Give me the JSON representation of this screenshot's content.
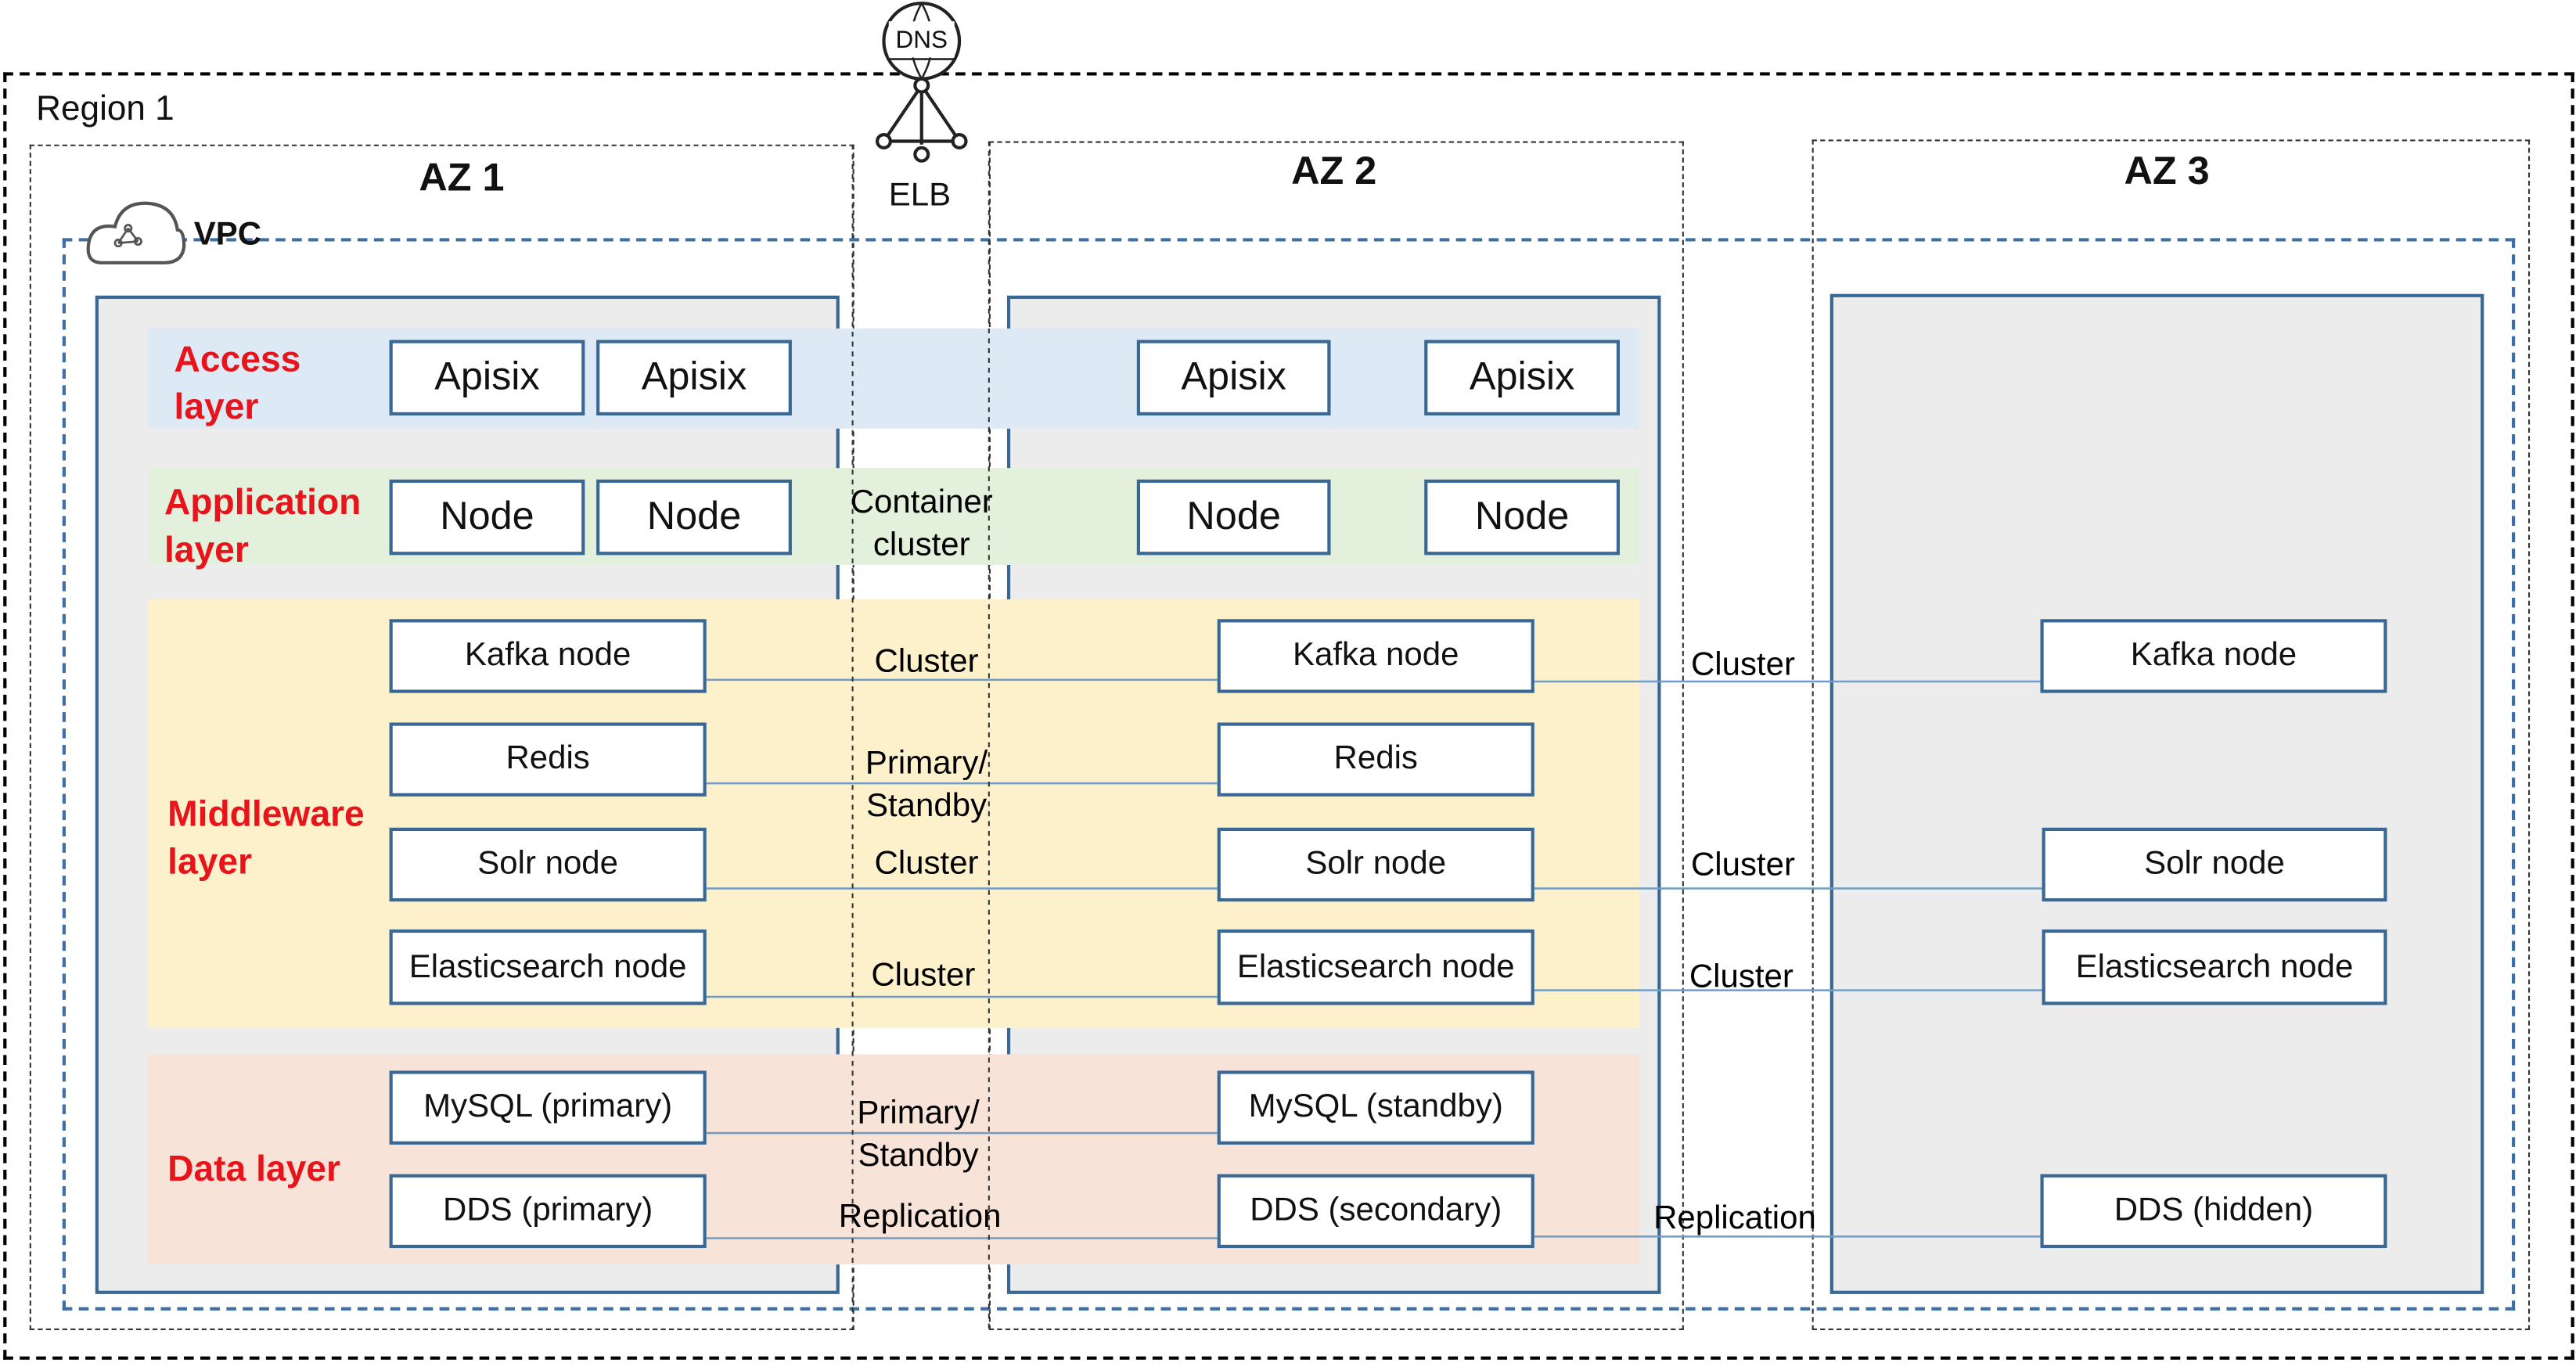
{
  "region_label": "Region 1",
  "vpc_label": "VPC",
  "dns_label": "DNS",
  "elb_label": "ELB",
  "az_labels": [
    "AZ 1",
    "AZ 2",
    "AZ 3"
  ],
  "layers": {
    "access": "Access layer",
    "application": "Application layer",
    "middleware": "Middleware layer",
    "data": "Data layer"
  },
  "access_nodes": [
    "Apisix",
    "Apisix",
    "Apisix",
    "Apisix"
  ],
  "app_nodes": [
    "Node",
    "Node",
    "Node",
    "Node"
  ],
  "container_cluster": "Container cluster",
  "az1": {
    "kafka": "Kafka node",
    "redis": "Redis",
    "solr": "Solr node",
    "elastic": "Elasticsearch node",
    "mysql": "MySQL (primary)",
    "dds": "DDS (primary)"
  },
  "az2": {
    "kafka": "Kafka node",
    "redis": "Redis",
    "solr": "Solr node",
    "elastic": "Elasticsearch node",
    "mysql": "MySQL (standby)",
    "dds": "DDS (secondary)"
  },
  "az3": {
    "kafka": "Kafka node",
    "solr": "Solr node",
    "elastic": "Elasticsearch node",
    "dds": "DDS (hidden)"
  },
  "links_12": {
    "kafka": "Cluster",
    "redis": "Primary/ Standby",
    "solr": "Cluster",
    "elastic": "Cluster",
    "mysql": "Primary/ Standby",
    "dds": "Replication"
  },
  "links_23": {
    "kafka": "Cluster",
    "solr": "Cluster",
    "elastic": "Cluster",
    "dds": "Replication"
  },
  "colors": {
    "layer_label": "#e8141c",
    "box_border": "#3a6894",
    "link_line": "#6f9cc7"
  }
}
